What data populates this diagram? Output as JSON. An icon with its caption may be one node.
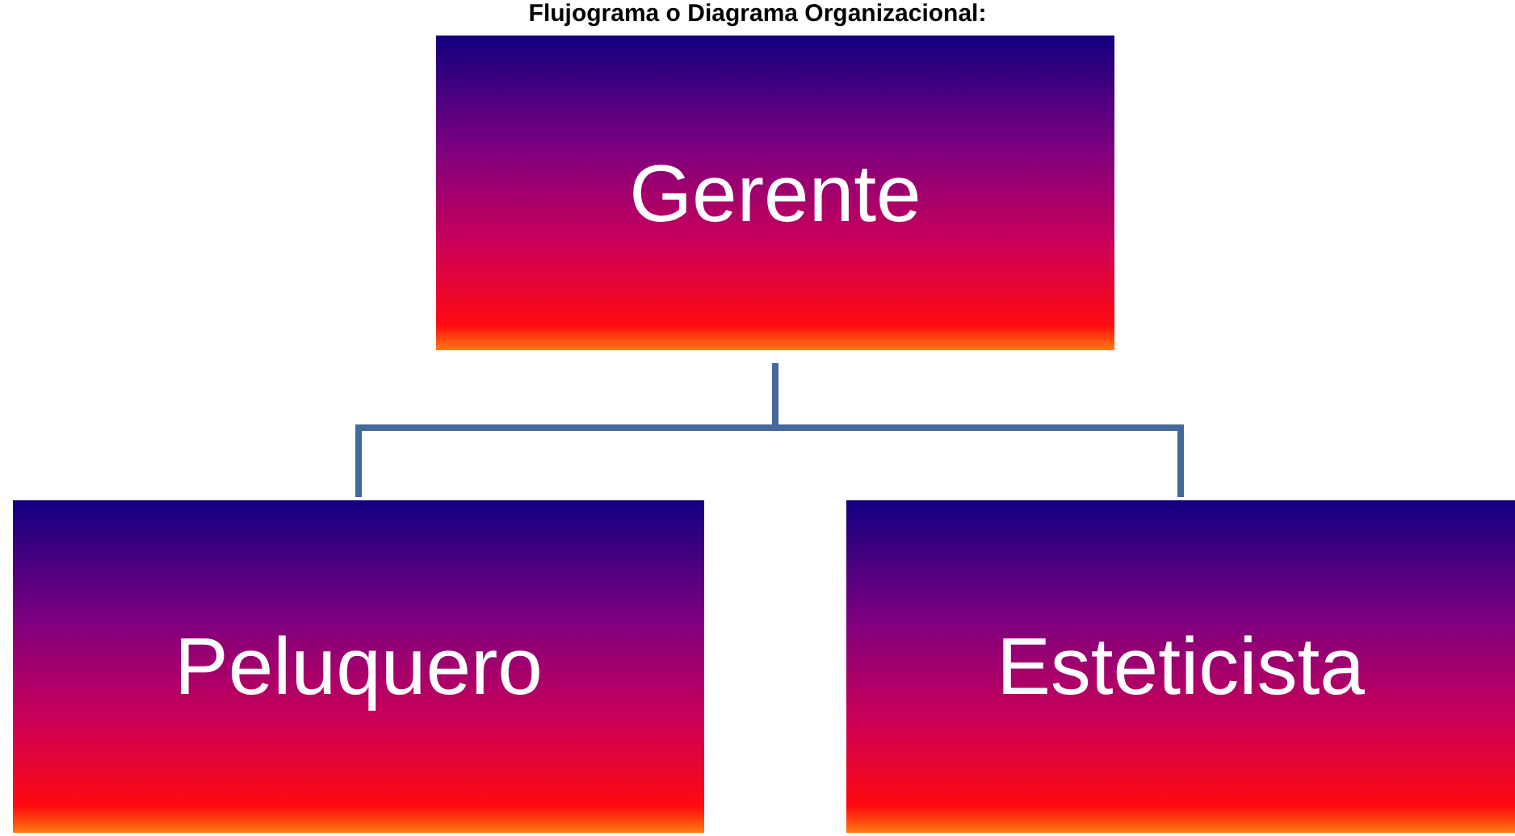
{
  "diagram": {
    "title": "Flujograma o Diagrama Organizacional:",
    "nodes": [
      {
        "text": [
          "Gerente"
        ]
      },
      {
        "text": [
          "Peluquero"
        ]
      },
      {
        "text": [
          "Esteticista"
        ]
      }
    ],
    "edges": [
      {
        "from": 0,
        "to": 1,
        "arrow": "none"
      },
      {
        "from": 0,
        "to": 2,
        "arrow": "none"
      }
    ]
  }
}
